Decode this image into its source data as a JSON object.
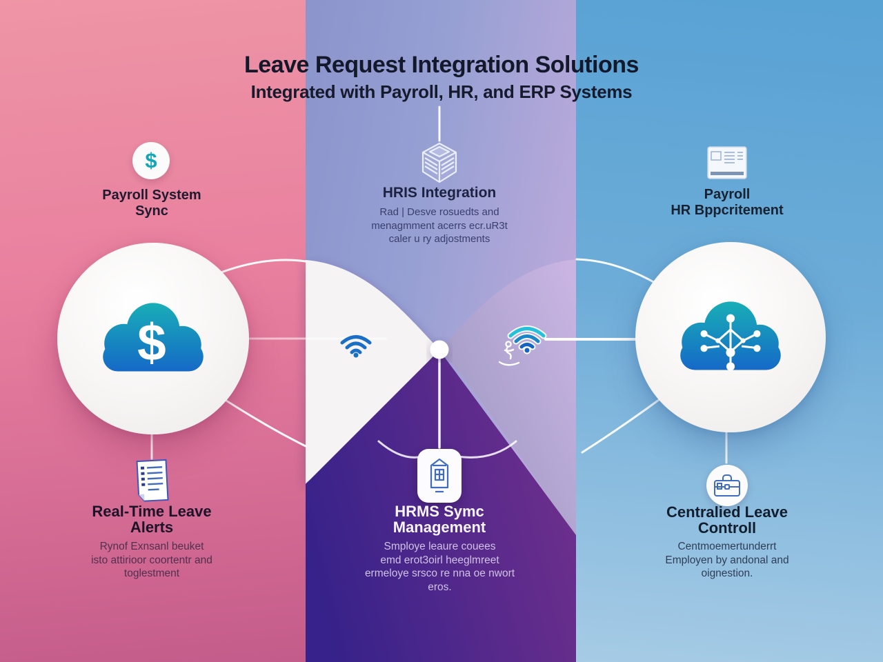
{
  "title": {
    "heading": "Leave Request Integration Solutions",
    "subheading": "Integrated with Payroll, HR, and ERP Systems"
  },
  "sections": {
    "payroll_sync": {
      "heading_lines": [
        "Payroll System",
        "Sync"
      ]
    },
    "hris": {
      "heading": "HRIS Integration",
      "body_lines": [
        "Rad | Desve rosuedts and",
        "menagmment acerrs ecr.uR3t",
        "caler u ry adjostments"
      ]
    },
    "payroll_hr": {
      "heading_lines": [
        "Payroll",
        "HR Bppcritement"
      ]
    },
    "leave_alerts": {
      "heading_lines": [
        "Real-Time Leave",
        "Alerts"
      ],
      "body_lines": [
        "Rynof Exnsanl beuket",
        "isto attirioor coortentr and",
        "toglestment"
      ]
    },
    "hrms": {
      "heading_lines": [
        "HRMS Symc",
        "Management"
      ],
      "body_lines": [
        "Smploye leaure couees",
        "emd erot3oirl heeglmreet",
        "ermeloye srsco re nna oe nwort",
        "eros."
      ]
    },
    "central": {
      "heading_lines": [
        "Centralied Leave",
        "Controll"
      ],
      "body_lines": [
        "Centmoemertunderrt",
        "Employen by andonal and",
        "oignestion."
      ]
    }
  },
  "icons": {
    "dollar_symbol": "$",
    "top_left": "dollar-coin",
    "top_middle": "isometric-building",
    "top_right": "payroll-form",
    "cloud_left": "cloud-dollar",
    "cloud_right": "cloud-network",
    "bottom_left": "document-list",
    "bottom_middle": "mobile-app",
    "bottom_right": "briefcase",
    "connector": "wifi"
  },
  "colors": {
    "pink_top": "#ee95a6",
    "pink_bottom": "#c45c8b",
    "mid_blue": "#8b95cc",
    "mid_lavender": "#c8b2de",
    "purple_dark": "#36228a",
    "purple_light": "#6e2f8c",
    "blue_top": "#58a2d4",
    "blue_bottom": "#a6cbe5",
    "cloud_teal": "#19b2b6",
    "cloud_blue": "#1565c8",
    "wifi_blue": "#1a6ec5",
    "heading_dark": "#14182b",
    "hrms_heading": "#f7f4fb",
    "hrms_body": "#cfc2e6"
  }
}
